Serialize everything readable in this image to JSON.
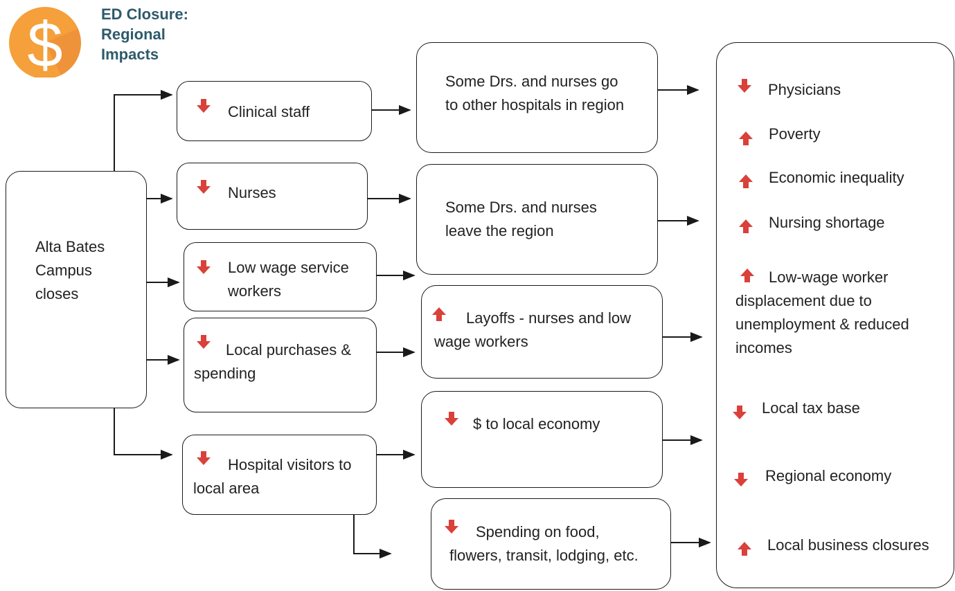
{
  "header": {
    "title_lines": [
      "ED Closure:",
      "Regional",
      "Impacts"
    ],
    "logo_symbol": "$",
    "logo_color": "#f5a03a"
  },
  "colors": {
    "arrow_down": "#d9413a",
    "arrow_up": "#d9413a",
    "line": "#1a1a1a",
    "title": "#2e5a6a"
  },
  "source": {
    "lines": [
      "Alta Bates",
      "Campus",
      "closes"
    ]
  },
  "first_effects": [
    {
      "direction": "down",
      "lines": [
        "Clinical staff"
      ]
    },
    {
      "direction": "down",
      "lines": [
        "Nurses"
      ]
    },
    {
      "direction": "down",
      "lines": [
        "Low wage service",
        "workers"
      ]
    },
    {
      "direction": "down",
      "lines": [
        "Local purchases &",
        "spending"
      ]
    },
    {
      "direction": "down",
      "lines": [
        "Hospital visitors to",
        "local area"
      ]
    }
  ],
  "second_effects": [
    {
      "direction": "none",
      "lines": [
        "Some Drs. and nurses go",
        "to other hospitals in region"
      ]
    },
    {
      "direction": "none",
      "lines": [
        "Some Drs. and nurses",
        "leave the region"
      ]
    },
    {
      "direction": "up",
      "lines": [
        "Layoffs - nurses and low",
        "wage workers"
      ]
    },
    {
      "direction": "down",
      "lines": [
        "$ to local economy"
      ]
    },
    {
      "direction": "down",
      "lines": [
        "Spending on food,",
        "flowers, transit, lodging, etc."
      ]
    }
  ],
  "outcomes": [
    {
      "direction": "down",
      "label": "Physicians"
    },
    {
      "direction": "up",
      "label": "Poverty"
    },
    {
      "direction": "up",
      "label": "Economic inequality"
    },
    {
      "direction": "up",
      "label": "Nursing shortage"
    },
    {
      "direction": "up",
      "label": "Low-wage worker displacement due to unemployment & reduced incomes"
    },
    {
      "direction": "down",
      "label": "Local tax base"
    },
    {
      "direction": "down",
      "label": "Regional economy"
    },
    {
      "direction": "up",
      "label": "Local business closures"
    }
  ]
}
